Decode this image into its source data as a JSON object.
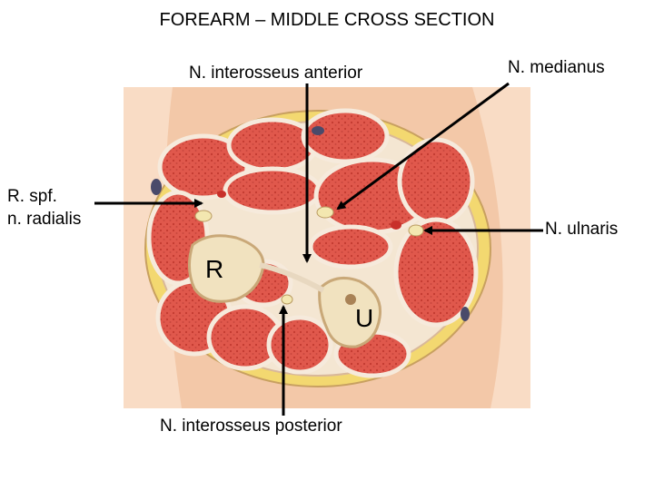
{
  "title": "FOREARM – MIDDLE CROSS SECTION",
  "labels": {
    "interosseus_anterior": "N. interosseus anterior",
    "medianus": "N. medianus",
    "radialis_line1": "R. spf.",
    "radialis_line2": "n. radialis",
    "ulnaris": "N. ulnaris",
    "interosseus_posterior": "N. interosseus posterior"
  },
  "bones": {
    "radius": "R",
    "ulna": "U"
  },
  "colors": {
    "muscle": "#e0584c",
    "fascia": "#f2e4cf",
    "skin": "#f4c6a4",
    "fat": "#f0d44a",
    "arrow": "#000000"
  }
}
